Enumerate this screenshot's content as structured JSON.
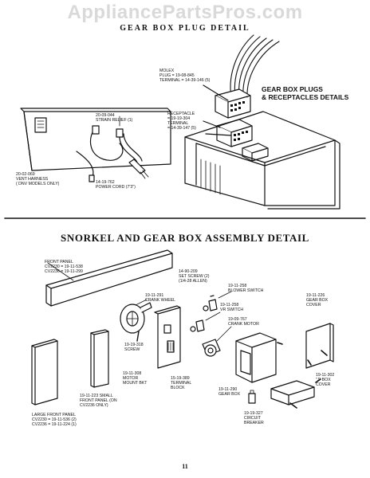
{
  "watermark": "AppliancePartsPros.com",
  "top_title": "GEAR BOX PLUG DETAIL",
  "top_labels": {
    "molex": [
      "MOLEX",
      "PLUG = 19-08-845",
      "TERMINAL = 14-39-146 (5)"
    ],
    "receptacle": [
      "RECEPTACLE",
      "= 19-19-304",
      "TERMINAL",
      "= 14-39-147 (5)"
    ],
    "gear_box_plugs": [
      "GEAR BOX PLUGS",
      "& RECEPTACLES DETAILS"
    ],
    "strain_relief": [
      "20-09-044",
      "STRAIN RELIEF (1)"
    ],
    "vent_harness": [
      "20-02-069",
      "VENT HARNESS",
      "( DNV MODELS ONLY)"
    ],
    "power_cord": [
      "14-19-762",
      "POWER CORD (7'3\")"
    ]
  },
  "section_title": "SNORKEL AND GEAR BOX ASSEMBLY DETAIL",
  "parts": {
    "front_panel": [
      "FRONT PANEL",
      "CV2230 = 19-11-538",
      "CV2236 = 19-11-299"
    ],
    "set_screw": [
      "14-90-209",
      "SET SCREW (2)",
      "(1/4-28 ALLEN)"
    ],
    "blower_switch": [
      "19-11-258",
      "BLOWER SWITCH"
    ],
    "crank_wheel": [
      "19-11-291",
      "CRANK WHEEL"
    ],
    "vr_switch": [
      "19-11-258",
      "VR SWITCH"
    ],
    "gear_box_cover": [
      "19-11-226",
      "GEAR BOX",
      "COVER"
    ],
    "crank_motor": [
      "19-09-767",
      "CRANK MOTOR"
    ],
    "screw": [
      "19-19-318",
      "SCREW"
    ],
    "motor_mount": [
      "19-11-308",
      "MOTOR",
      "MOUNT BKT"
    ],
    "terminal_block": [
      "15-19-389",
      "TERMINAL",
      "BLOCK"
    ],
    "small_front_panel": [
      "19-11-223 SMALL",
      "FRONT PANEL (ON",
      "CV2236 ONLY)"
    ],
    "gear_box": [
      "19-11-290",
      "GEAR BOX"
    ],
    "j_box_cover": [
      "19-11-302",
      "\"J\" BOX",
      "COVER"
    ],
    "circuit_breaker": [
      "19-19-327",
      "CIRCUIT",
      "BREAKER"
    ],
    "large_front_panel": [
      "LARGE FRONT PANEL",
      "CV2230 = 19-11-536 (2)",
      "CV2236 = 19-11-224 (1)"
    ]
  },
  "page_number": "11"
}
